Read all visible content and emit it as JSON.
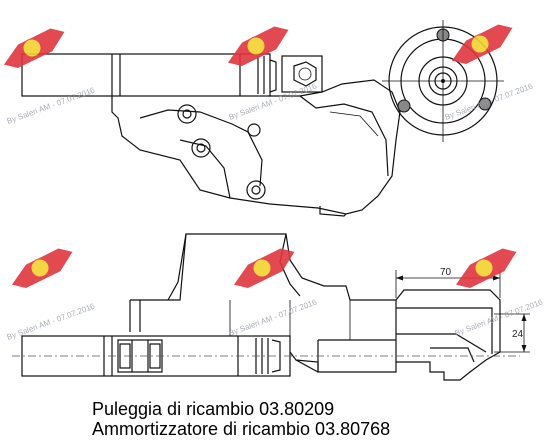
{
  "captions": {
    "line1": "Puleggia di ricambio 03.80209",
    "line2": "Ammortizzatore di ricambio 03.80768"
  },
  "dimensions": {
    "horizontal": "70",
    "vertical": "24"
  },
  "watermark": {
    "text": "By Saleri AM - 07.07.2016",
    "logo_color": "#e0363f",
    "logo_badge_color": "#f2d22e"
  }
}
